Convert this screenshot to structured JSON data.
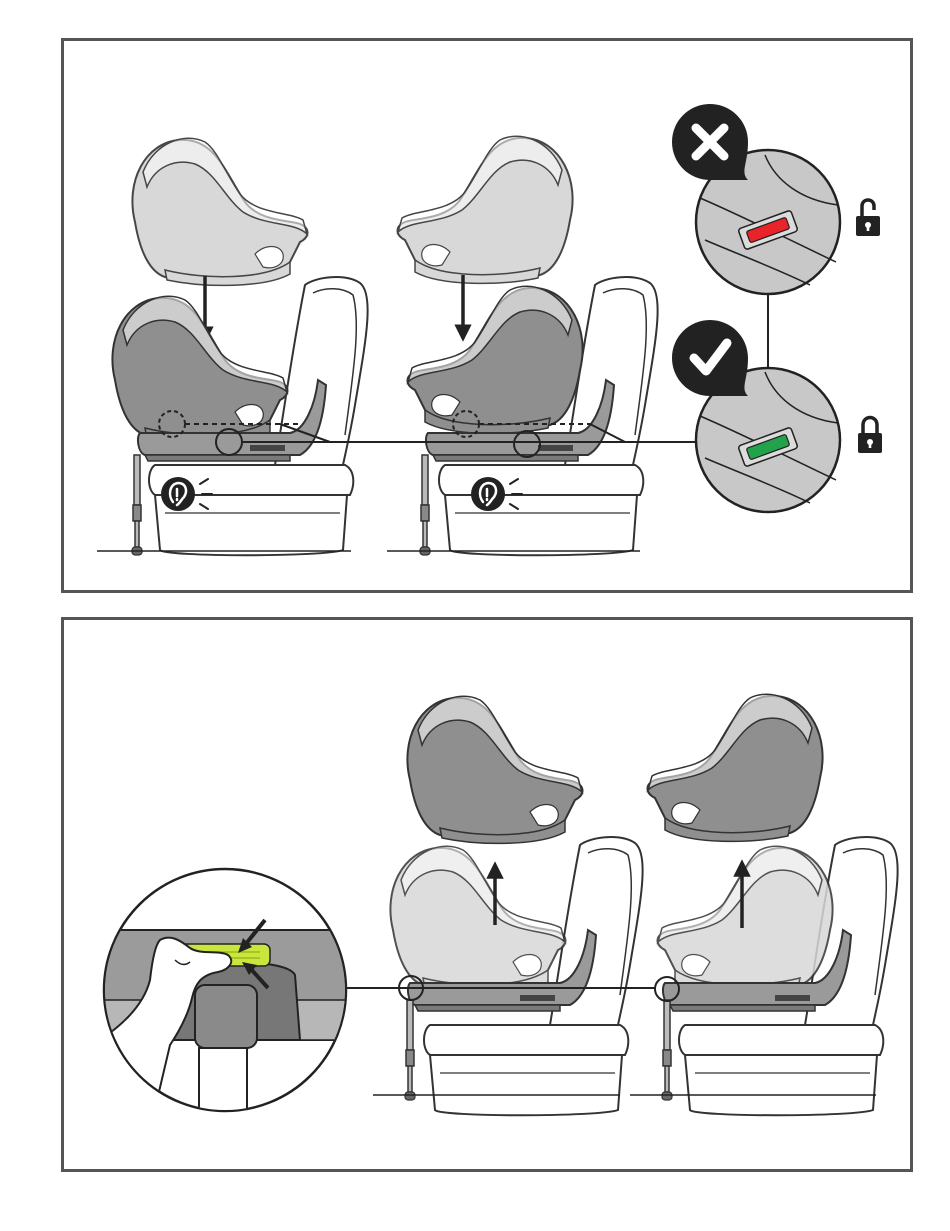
{
  "manual_page": {
    "panels": [
      {
        "id": "install",
        "steps": [
          "lower-seat-onto-base-reclined",
          "lower-seat-onto-base-upright"
        ],
        "audible_click": true
      },
      {
        "id": "remove",
        "steps": [
          "lift-seat-rear-facing",
          "lift-seat-forward-facing"
        ],
        "release_action": "press-release-button"
      }
    ],
    "indicators": [
      {
        "state": "unlocked",
        "color": "#e8242a",
        "mark": "cross-icon",
        "padlock": "padlock-open-icon"
      },
      {
        "state": "locked",
        "color": "#22a24a",
        "mark": "check-icon",
        "padlock": "padlock-closed-icon"
      }
    ],
    "colors": {
      "frame": "#555555",
      "seat_dark": "#8f8f8f",
      "seat_light": "#cfcfcf",
      "release_button": "#c8e63c"
    }
  }
}
